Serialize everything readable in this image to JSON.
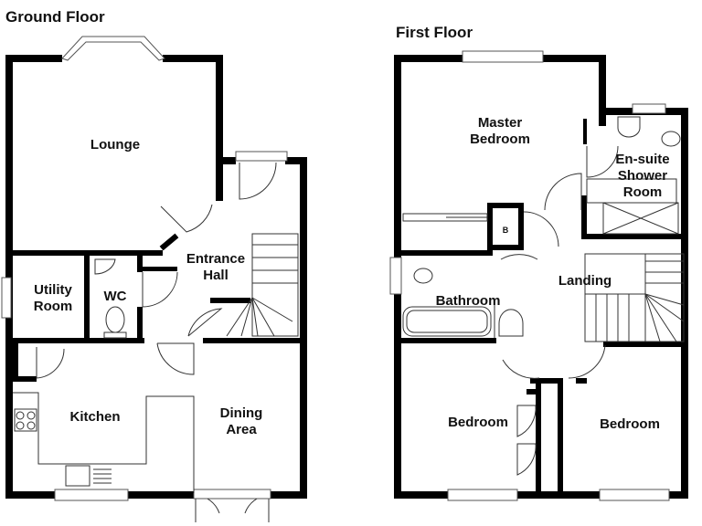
{
  "ground_floor": {
    "title": "Ground Floor",
    "rooms": {
      "lounge": "Lounge",
      "entrance_hall": [
        "Entrance",
        "Hall"
      ],
      "utility_room": [
        "Utility",
        "Room"
      ],
      "wc": "WC",
      "kitchen": "Kitchen",
      "dining_area": [
        "Dining",
        "Area"
      ]
    }
  },
  "first_floor": {
    "title": "First Floor",
    "rooms": {
      "master_bedroom": [
        "Master",
        "Bedroom"
      ],
      "ensuite": [
        "En-suite",
        "Shower",
        "Room"
      ],
      "boiler_cupboard": "B",
      "landing": "Landing",
      "bathroom": "Bathroom",
      "bedroom_left": "Bedroom",
      "bedroom_right": "Bedroom"
    }
  }
}
